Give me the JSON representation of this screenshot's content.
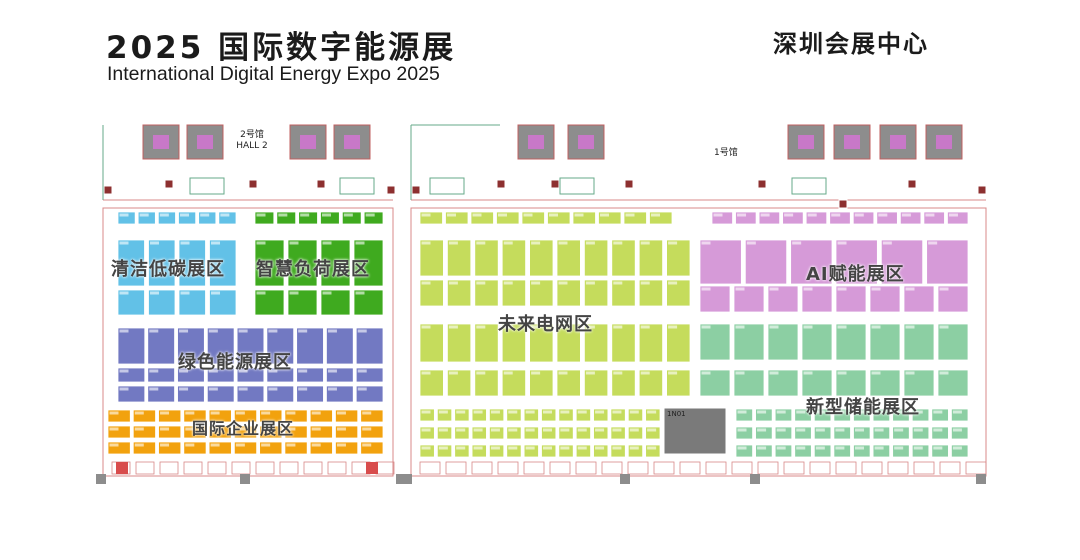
{
  "header": {
    "title_cn": "2025 国际数字能源展",
    "title_en": "International Digital Energy Expo 2025",
    "venue": "深圳会展中心"
  },
  "halls": {
    "hall2_cn": "2号馆",
    "hall2_en": "HALL 2",
    "hall1_cn": "1号馆"
  },
  "zones": {
    "clean": "清洁低碳展区",
    "smart": "智慧负荷展区",
    "green": "绿色能源展区",
    "intl": "国际企业展区",
    "grid": "未来电网区",
    "ai": "AI赋能展区",
    "storage": "新型储能展区"
  },
  "booth": "1N01",
  "colors": {
    "clean": "#62c1e7",
    "smart": "#3faa1f",
    "green": "#7279c2",
    "intl": "#f2a20e",
    "grid": "#c5dc5c",
    "ai": "#d69ad8",
    "storage": "#8ccfa3",
    "special": "#7a7a7a",
    "outline": "#d88888"
  }
}
